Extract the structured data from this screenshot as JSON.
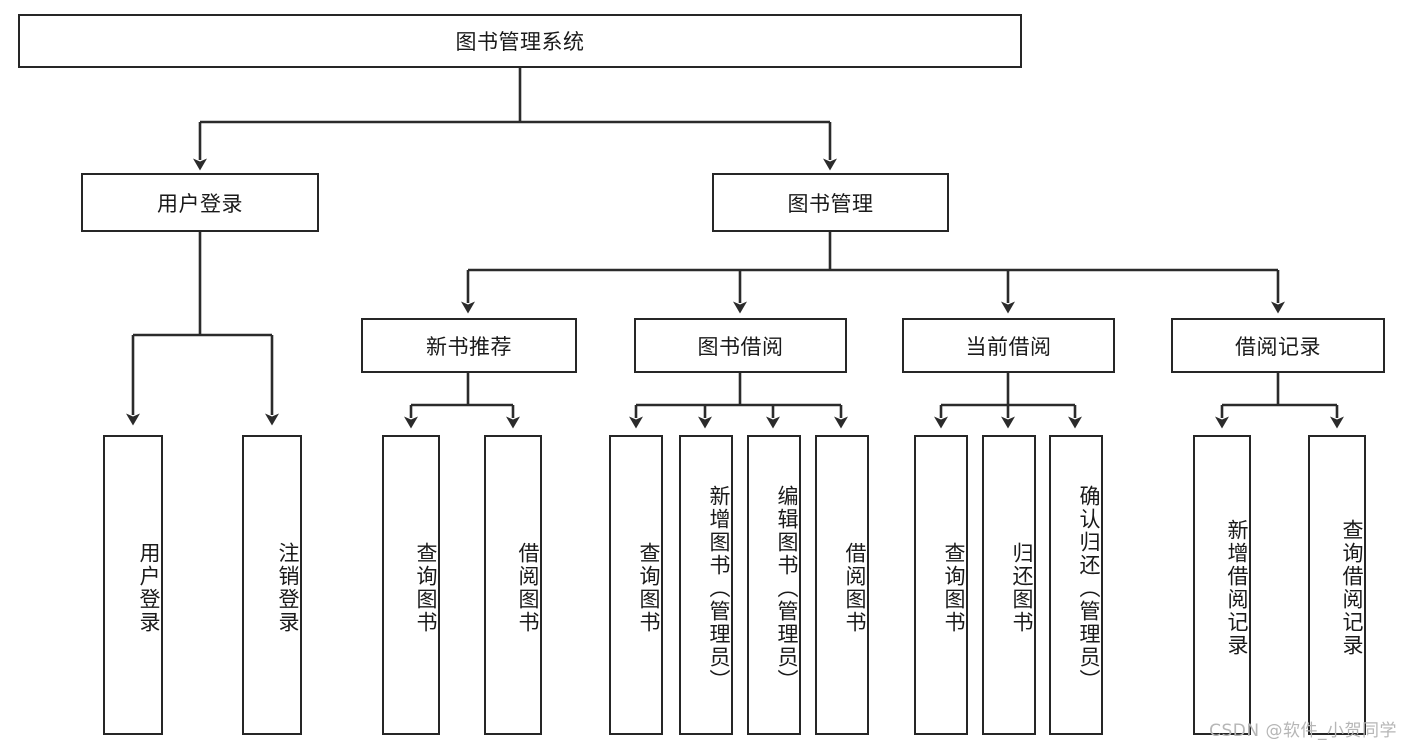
{
  "diagram": {
    "title": "图书管理系统",
    "type": "tree",
    "root": {
      "id": "root",
      "label": "图书管理系统",
      "orientation": "horizontal"
    },
    "level2": [
      {
        "id": "user-login",
        "label": "用户登录",
        "orientation": "horizontal"
      },
      {
        "id": "book-manage",
        "label": "图书管理",
        "orientation": "horizontal"
      }
    ],
    "level3": [
      {
        "id": "new-book-recommend",
        "label": "新书推荐",
        "orientation": "horizontal",
        "parent": "book-manage"
      },
      {
        "id": "book-borrow",
        "label": "图书借阅",
        "orientation": "horizontal",
        "parent": "book-manage"
      },
      {
        "id": "current-borrow",
        "label": "当前借阅",
        "orientation": "horizontal",
        "parent": "book-manage"
      },
      {
        "id": "borrow-record",
        "label": "借阅记录",
        "orientation": "horizontal",
        "parent": "book-manage"
      }
    ],
    "leaves": [
      {
        "id": "leaf-user-login",
        "label": "用户登录",
        "orientation": "vertical",
        "parent": "user-login"
      },
      {
        "id": "leaf-logout-login",
        "label": "注销登录",
        "orientation": "vertical",
        "parent": "user-login"
      },
      {
        "id": "leaf-query-book-1",
        "label": "查询图书",
        "orientation": "vertical",
        "parent": "new-book-recommend"
      },
      {
        "id": "leaf-borrow-book-1",
        "label": "借阅图书",
        "orientation": "vertical",
        "parent": "new-book-recommend"
      },
      {
        "id": "leaf-query-book-2",
        "label": "查询图书",
        "orientation": "vertical",
        "parent": "book-borrow"
      },
      {
        "id": "leaf-add-book",
        "label": "新增图书（管理员）",
        "orientation": "vertical",
        "parent": "book-borrow"
      },
      {
        "id": "leaf-edit-book",
        "label": "编辑图书（管理员）",
        "orientation": "vertical",
        "parent": "book-borrow"
      },
      {
        "id": "leaf-borrow-book-2",
        "label": "借阅图书",
        "orientation": "vertical",
        "parent": "book-borrow"
      },
      {
        "id": "leaf-query-book-3",
        "label": "查询图书",
        "orientation": "vertical",
        "parent": "current-borrow"
      },
      {
        "id": "leaf-return-book",
        "label": "归还图书",
        "orientation": "vertical",
        "parent": "current-borrow"
      },
      {
        "id": "leaf-confirm-return",
        "label": "确认归还（管理员）",
        "orientation": "vertical",
        "parent": "current-borrow"
      },
      {
        "id": "leaf-add-record",
        "label": "新增借阅记录",
        "orientation": "vertical",
        "parent": "borrow-record"
      },
      {
        "id": "leaf-query-record",
        "label": "查询借阅记录",
        "orientation": "vertical",
        "parent": "borrow-record"
      }
    ],
    "colors": {
      "box_border": "#262626",
      "box_fill": "#ffffff",
      "connector": "#3a3a3a",
      "text": "#1a1a1a",
      "watermark": "#b6b6b6",
      "background": "#ffffff"
    }
  },
  "watermark": {
    "text": "CSDN @软件_小贺同学"
  }
}
